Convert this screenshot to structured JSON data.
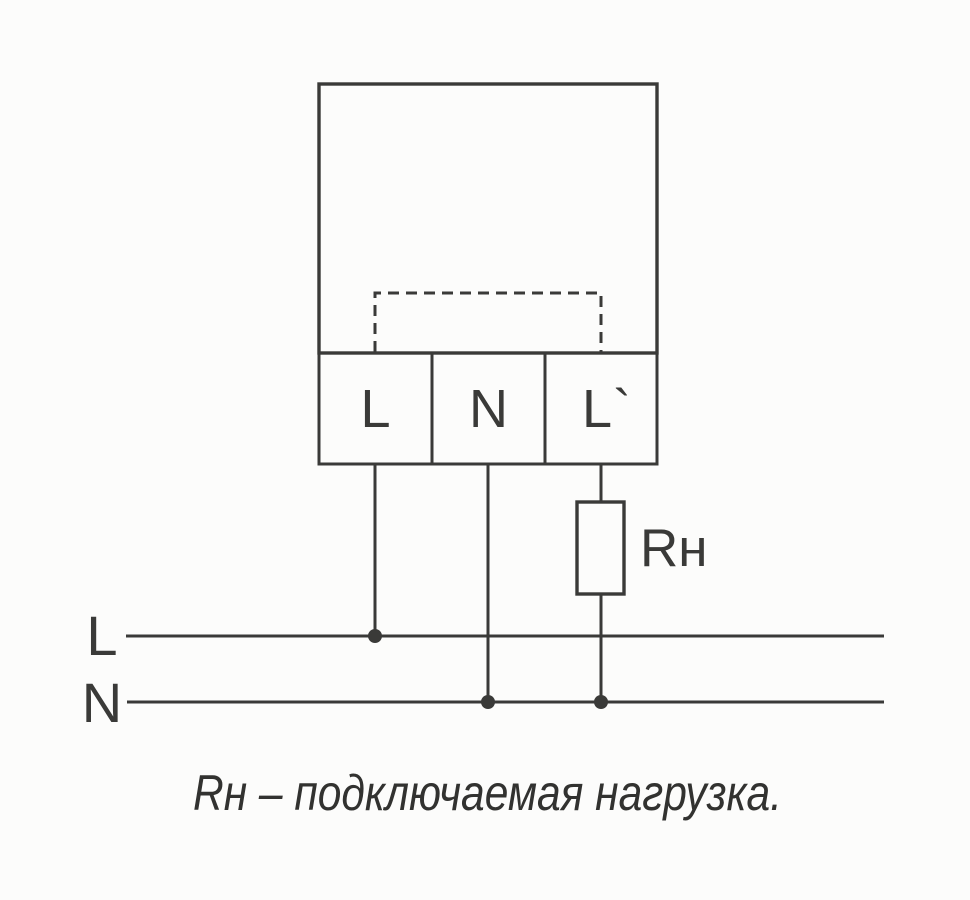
{
  "diagram": {
    "device": {
      "terminals": [
        {
          "label": "L"
        },
        {
          "label": "N"
        },
        {
          "label": "L`"
        }
      ]
    },
    "load": {
      "label": "Rн"
    },
    "bus_lines": [
      {
        "label": "L"
      },
      {
        "label": "N"
      }
    ],
    "caption": "Rн – подключаемая нагрузка.",
    "colors": {
      "stroke": "#3a3a38",
      "background": "#fcfcfb"
    }
  }
}
